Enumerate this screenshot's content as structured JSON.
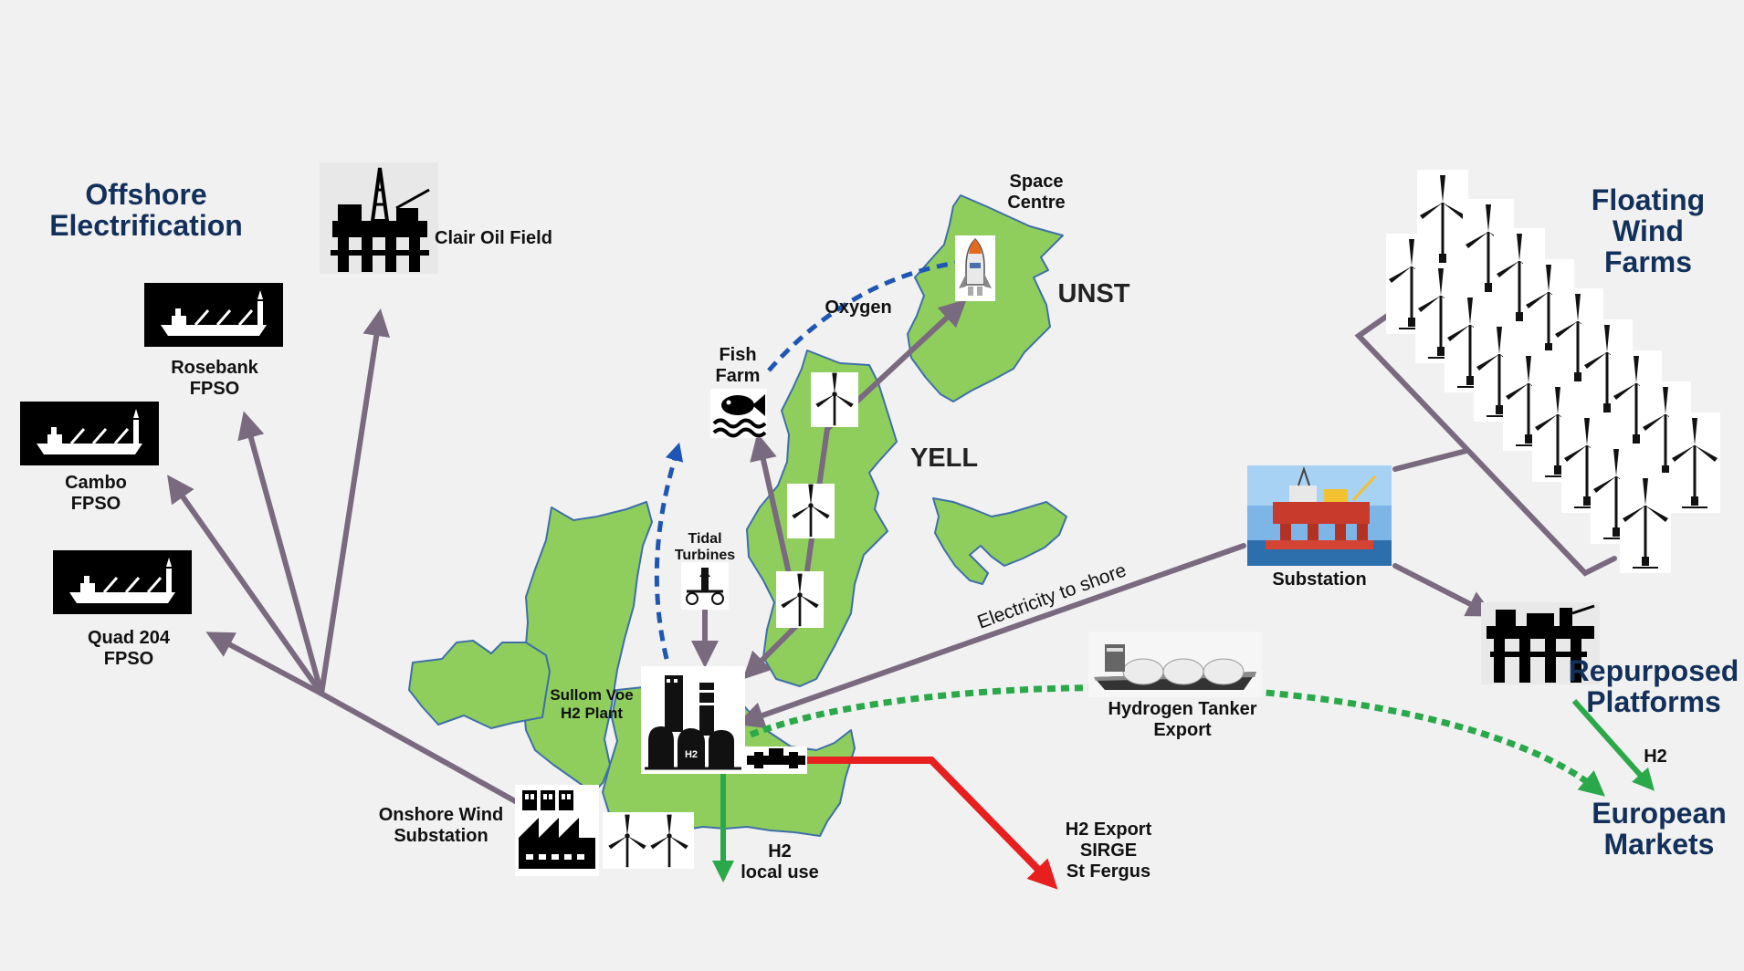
{
  "colors": {
    "background": "#f1f1f1",
    "land": "#8fce5d",
    "land_border": "#3f6fa8",
    "flow_arrow": "#7a6a80",
    "oxygen_flow": "#1f56b5",
    "hydrogen_flow": "#2aa84a",
    "export_pipeline": "#e81f1f",
    "heading": "#13305a"
  },
  "headings": {
    "offshore": "Offshore\nElectrification",
    "floating": "Floating\nWind\nFarms",
    "repurposed": "Repurposed\nPlatforms",
    "european": "European\nMarkets"
  },
  "islands": {
    "unst": "UNST",
    "yell": "YELL"
  },
  "labels": {
    "clair": "Clair Oil Field",
    "rosebank": "Rosebank\nFPSO",
    "cambo": "Cambo\nFPSO",
    "quad": "Quad 204\nFPSO",
    "space": "Space\nCentre",
    "oxygen": "Oxygen",
    "fish": "Fish\nFarm",
    "tidal": "Tidal\nTurbines",
    "sullom": "Sullom Voe\nH2 Plant",
    "onshore": "Onshore Wind\nSubstation",
    "h2_local": "H2\nlocal use",
    "h2_export": "H2 Export\nSIRGE\nSt Fergus",
    "tanker": "Hydrogen Tanker\nExport",
    "substation": "Substation",
    "electricity": "Electricity to shore",
    "h2": "H2"
  },
  "icons": {
    "oil_platform": "oil-platform-icon",
    "fpso": "fpso-ship-icon",
    "rocket": "rocket-icon",
    "fish": "fish-icon",
    "tidal_turbine": "tidal-turbine-icon",
    "wind_turbine": "wind-turbine-icon",
    "h2_plant": "hydrogen-plant-icon",
    "pipeline": "pipeline-icon",
    "factory": "factory-icon",
    "tanker": "lng-tanker-icon",
    "substation_photo": "offshore-substation-photo"
  }
}
